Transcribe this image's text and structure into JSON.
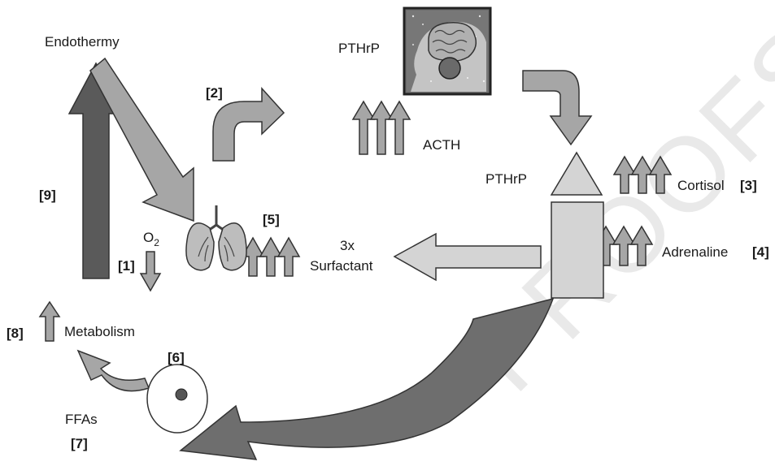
{
  "watermark": "PROOFS",
  "labels": {
    "endothermy": "Endothermy",
    "pthrp_top": "PTHrP",
    "acth": "ACTH",
    "pthrp_adrenal": "PTHrP",
    "cortisol": "Cortisol",
    "adrenaline": "Adrenaline",
    "o2": "O",
    "o2_sub": "2",
    "surfactant_multiplier": "3x",
    "surfactant": "Surfactant",
    "metabolism": "Metabolism",
    "ffas": "FFAs"
  },
  "refs": {
    "r1": "[1]",
    "r2": "[2]",
    "r3": "[3]",
    "r4": "[4]",
    "r5": "[5]",
    "r6": "[6]",
    "r7": "[7]",
    "r8": "[8]",
    "r9": "[9]"
  },
  "colors": {
    "dark_arrow": "#5a5a5a",
    "mid_arrow": "#a6a6a6",
    "light_shape": "#d4d4d4",
    "outline": "#333333",
    "brain_box_bg": "#4a4a4a"
  },
  "icons": [
    "brain-in-head-icon",
    "lungs-icon",
    "adrenal-gland-icon",
    "fat-cell-icon"
  ]
}
